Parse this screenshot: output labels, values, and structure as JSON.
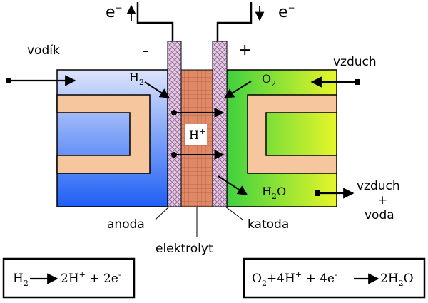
{
  "labels": {
    "electron_left": "e",
    "electron_right": "e",
    "electron_sup": "−",
    "minus": "-",
    "plus": "+",
    "hydrogen": "vodík",
    "air": "vzduch",
    "exhaust_line1": "vzduch",
    "exhaust_line2": "+",
    "exhaust_line3": "voda",
    "anode": "anoda",
    "cathode": "katoda",
    "electrolyte": "elektrolyt",
    "h2": "H",
    "h2_sub": "2",
    "o2": "O",
    "o2_sub": "2",
    "hplus": "H",
    "hplus_sup": "+",
    "h2o_h": "H",
    "h2o_sub": "2",
    "h2o_o": "O"
  },
  "equations": {
    "anode": {
      "h": "H",
      "h_sub": "2",
      "rhs1": "2H",
      "rhs1_sup": "+",
      "rhs2": " + 2e",
      "rhs2_sup": "-"
    },
    "cathode": {
      "o": "O",
      "o_sub": "2",
      "mid1": "+4H",
      "mid1_sup": "+",
      "mid2": " + 4e",
      "mid2_sup": "-",
      "rhs_h": "2H",
      "rhs_sub": "2",
      "rhs_o": "O"
    }
  },
  "colors": {
    "anode_gradient_top": "#dde4fb",
    "anode_gradient_bottom": "#1f5ff5",
    "cathode_gradient_left": "#3fd13f",
    "cathode_gradient_right": "#e7f52a",
    "flow_channel": "#f6c79e",
    "electrolyte": "#d97b5a",
    "electrode_mesh": "#c9a7c9",
    "line": "#000000"
  }
}
